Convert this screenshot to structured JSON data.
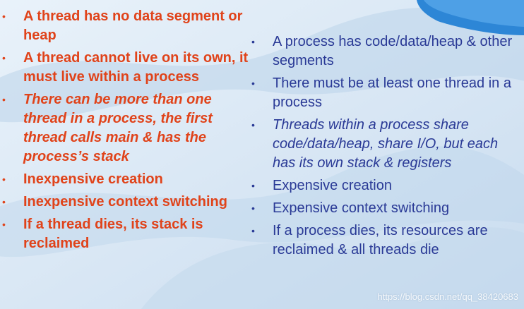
{
  "left": {
    "items": [
      {
        "text": "A thread has no data segment or heap",
        "italic": false
      },
      {
        "text": "A thread cannot live on its own, it must live within a process",
        "italic": false
      },
      {
        "text": "There can be more than one thread in a process, the first thread calls main & has the process’s stack",
        "italic": true
      },
      {
        "text": "Inexpensive creation",
        "italic": false
      },
      {
        "text": "Inexpensive context switching",
        "italic": false
      },
      {
        "text": "If a thread dies, its stack is reclaimed",
        "italic": false
      }
    ]
  },
  "right": {
    "items": [
      {
        "text": "A process has code/data/heap & other segments",
        "italic": false
      },
      {
        "text": "There must be at least one thread in a process",
        "italic": false
      },
      {
        "text": "Threads within a process share code/data/heap, share I/O, but each has its own stack & registers",
        "italic": true
      },
      {
        "text": "Expensive creation",
        "italic": false
      },
      {
        "text": "Expensive context switching",
        "italic": false
      },
      {
        "text": "If a process dies, its resources are reclaimed & all threads die",
        "italic": false
      }
    ]
  },
  "bullet_glyph": "•",
  "watermark": "https://blog.csdn.net/qq_38420683",
  "colors": {
    "left_text": "#e0431a",
    "right_text": "#2a3a96",
    "background": "#d6e6f4"
  }
}
